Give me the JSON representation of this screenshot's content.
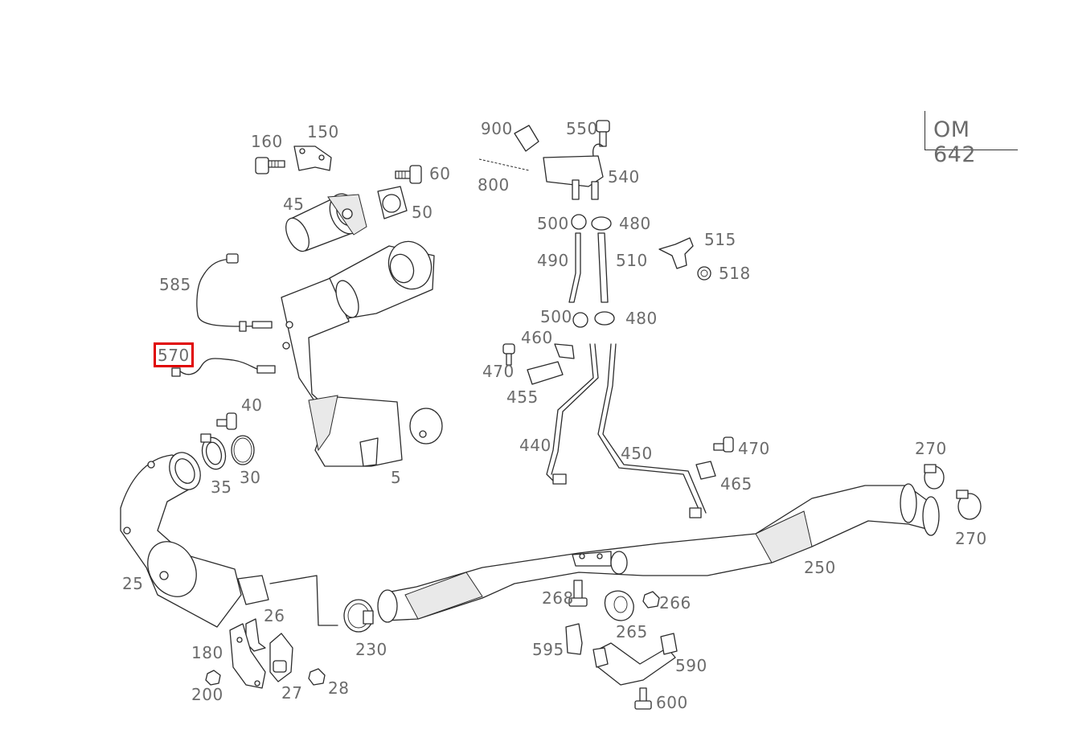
{
  "engine_code": "OM 642",
  "highlighted_part": "570",
  "labels": {
    "p5": "5",
    "p25": "25",
    "p26": "26",
    "p27": "27",
    "p28": "28",
    "p30": "30",
    "p35": "35",
    "p40": "40",
    "p45": "45",
    "p50": "50",
    "p60": "60",
    "p150": "150",
    "p160": "160",
    "p180": "180",
    "p200": "200",
    "p230": "230",
    "p250": "250",
    "p265": "265",
    "p266": "266",
    "p268": "268",
    "p270a": "270",
    "p270b": "270",
    "p440": "440",
    "p450": "450",
    "p455": "455",
    "p460": "460",
    "p465": "465",
    "p470a": "470",
    "p470b": "470",
    "p480a": "480",
    "p480b": "480",
    "p490": "490",
    "p500a": "500",
    "p500b": "500",
    "p510": "510",
    "p515": "515",
    "p518": "518",
    "p540": "540",
    "p550": "550",
    "p570": "570",
    "p585": "585",
    "p590": "590",
    "p595": "595",
    "p600": "600",
    "p800": "800",
    "p900": "900"
  }
}
